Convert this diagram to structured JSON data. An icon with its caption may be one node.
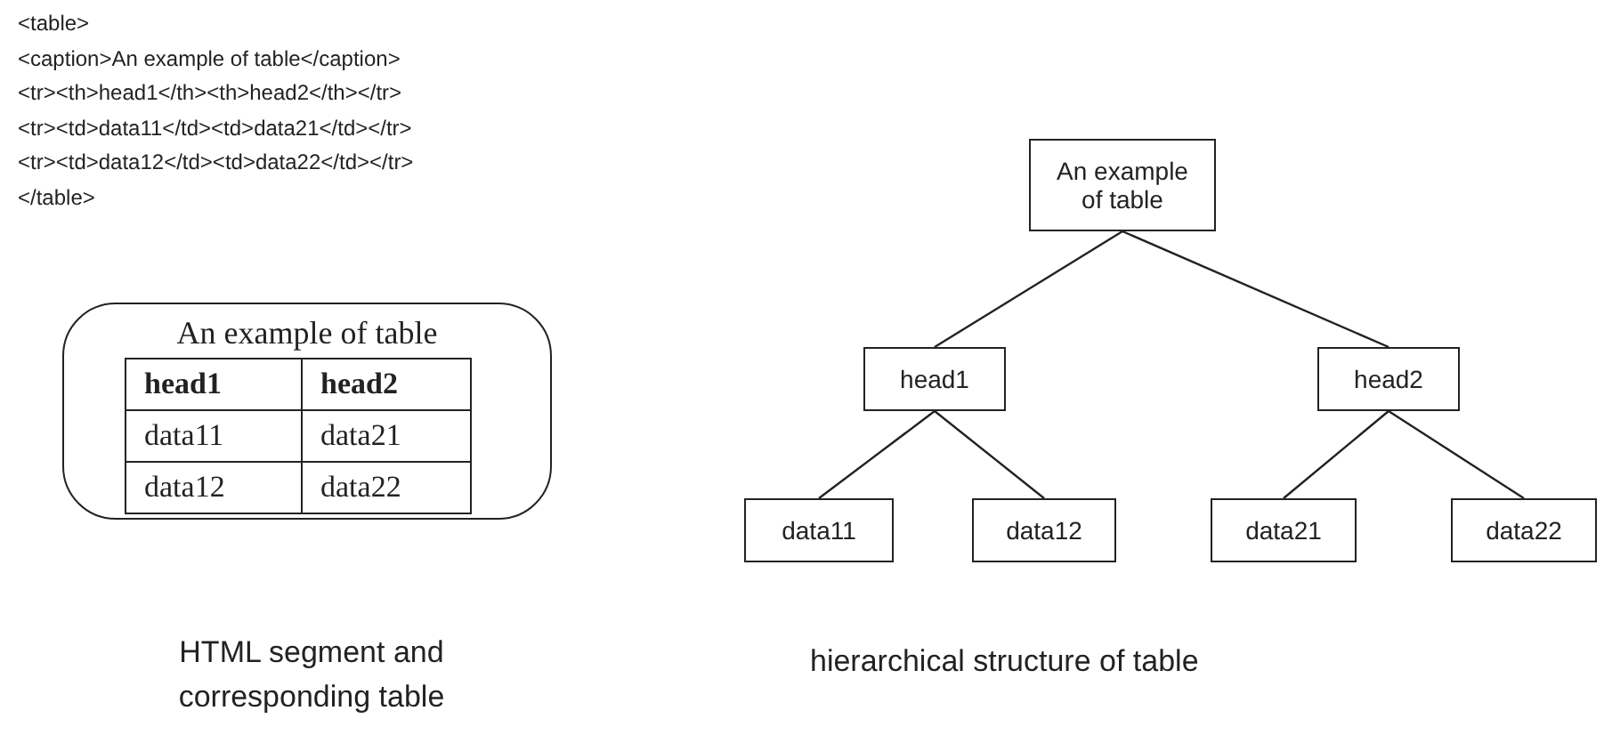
{
  "diagram": {
    "nodes": [
      {
        "text": [
          "An example of table"
        ]
      },
      {
        "text": [
          "An example of table"
        ]
      },
      {
        "text": [
          "head1"
        ]
      },
      {
        "text": [
          "head2"
        ]
      },
      {
        "text": [
          "data11"
        ]
      },
      {
        "text": [
          "data12"
        ]
      },
      {
        "text": [
          "data21"
        ]
      },
      {
        "text": [
          "data22"
        ]
      }
    ],
    "edges": [
      {
        "from": 1,
        "to": 2,
        "arrow": "none"
      },
      {
        "from": 1,
        "to": 3,
        "arrow": "none"
      },
      {
        "from": 2,
        "to": 4,
        "arrow": "none"
      },
      {
        "from": 2,
        "to": 5,
        "arrow": "none"
      },
      {
        "from": 3,
        "to": 6,
        "arrow": "none"
      },
      {
        "from": 3,
        "to": 7,
        "arrow": "none"
      }
    ],
    "labels": [
      "<table>",
      "<caption>An example of table</caption>",
      "<tr><th>head1</th><th>head2</th></tr>",
      "<tr><td>data11</td><td>data21</td></tr>",
      "<tr><td>data12</td><td>data22</td></tr>",
      "</table>",
      "head1",
      "head2",
      "data11",
      "data21",
      "data12",
      "data22",
      "HTML segment and corresponding table",
      "hierarchical structure of table"
    ]
  }
}
